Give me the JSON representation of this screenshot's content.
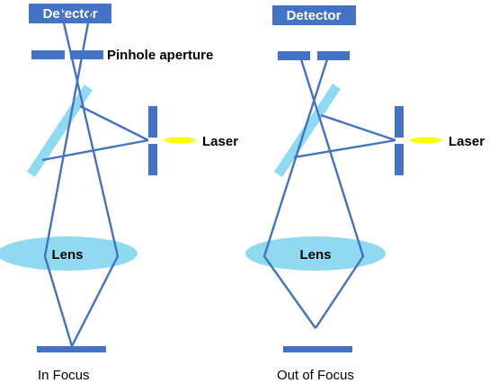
{
  "colors": {
    "component": "#4472c4",
    "lens": "#8fdaf0",
    "mirror": "#8fdaf0",
    "laser": "#ffff00",
    "beam": "#4472c4",
    "background": "#ffffff"
  },
  "left": {
    "detector_label": "Detector",
    "pinhole_label": "Pinhole aperture",
    "laser_label": "Laser",
    "lens_label": "Lens",
    "caption": "In Focus"
  },
  "right": {
    "detector_label": "Detector",
    "laser_label": "Laser",
    "lens_label": "Lens",
    "caption": "Out of Focus"
  }
}
